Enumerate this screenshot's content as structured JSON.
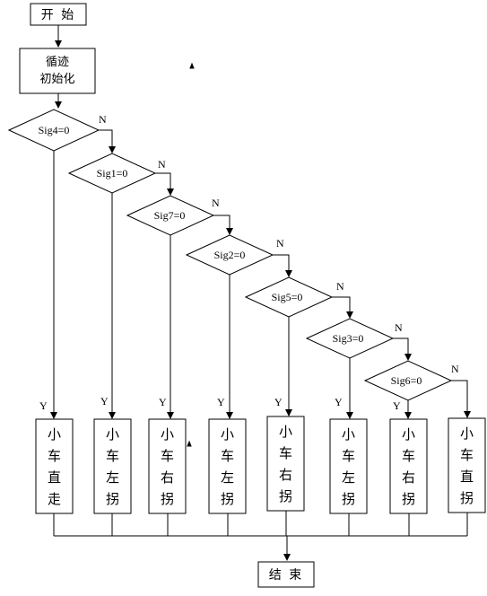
{
  "start": {
    "label": "开 始"
  },
  "init": {
    "line1": "循迹",
    "line2": "初始化"
  },
  "end": {
    "label": "结 束"
  },
  "decisions": [
    {
      "label": "Sig4=0",
      "no": "N",
      "yes": "Y"
    },
    {
      "label": "Sig1=0",
      "no": "N",
      "yes": "Y"
    },
    {
      "label": "Sig7=0",
      "no": "N",
      "yes": "Y"
    },
    {
      "label": "Sig2=0",
      "no": "N",
      "yes": "Y"
    },
    {
      "label": "Sig5=0",
      "no": "N",
      "yes": "Y"
    },
    {
      "label": "Sig3=0",
      "no": "N",
      "yes": "Y"
    },
    {
      "label": "Sig6=0",
      "no": "N",
      "yes": "Y"
    }
  ],
  "actions": [
    {
      "chars": [
        "小",
        "车",
        "直",
        "走"
      ]
    },
    {
      "chars": [
        "小",
        "车",
        "左",
        "拐"
      ]
    },
    {
      "chars": [
        "小",
        "车",
        "右",
        "拐"
      ]
    },
    {
      "chars": [
        "小",
        "车",
        "左",
        "拐"
      ]
    },
    {
      "chars": [
        "小",
        "车",
        "右",
        "拐"
      ]
    },
    {
      "chars": [
        "小",
        "车",
        "左",
        "拐"
      ]
    },
    {
      "chars": [
        "小",
        "车",
        "右",
        "拐"
      ]
    },
    {
      "chars": [
        "小",
        "车",
        "直",
        "拐"
      ]
    }
  ]
}
